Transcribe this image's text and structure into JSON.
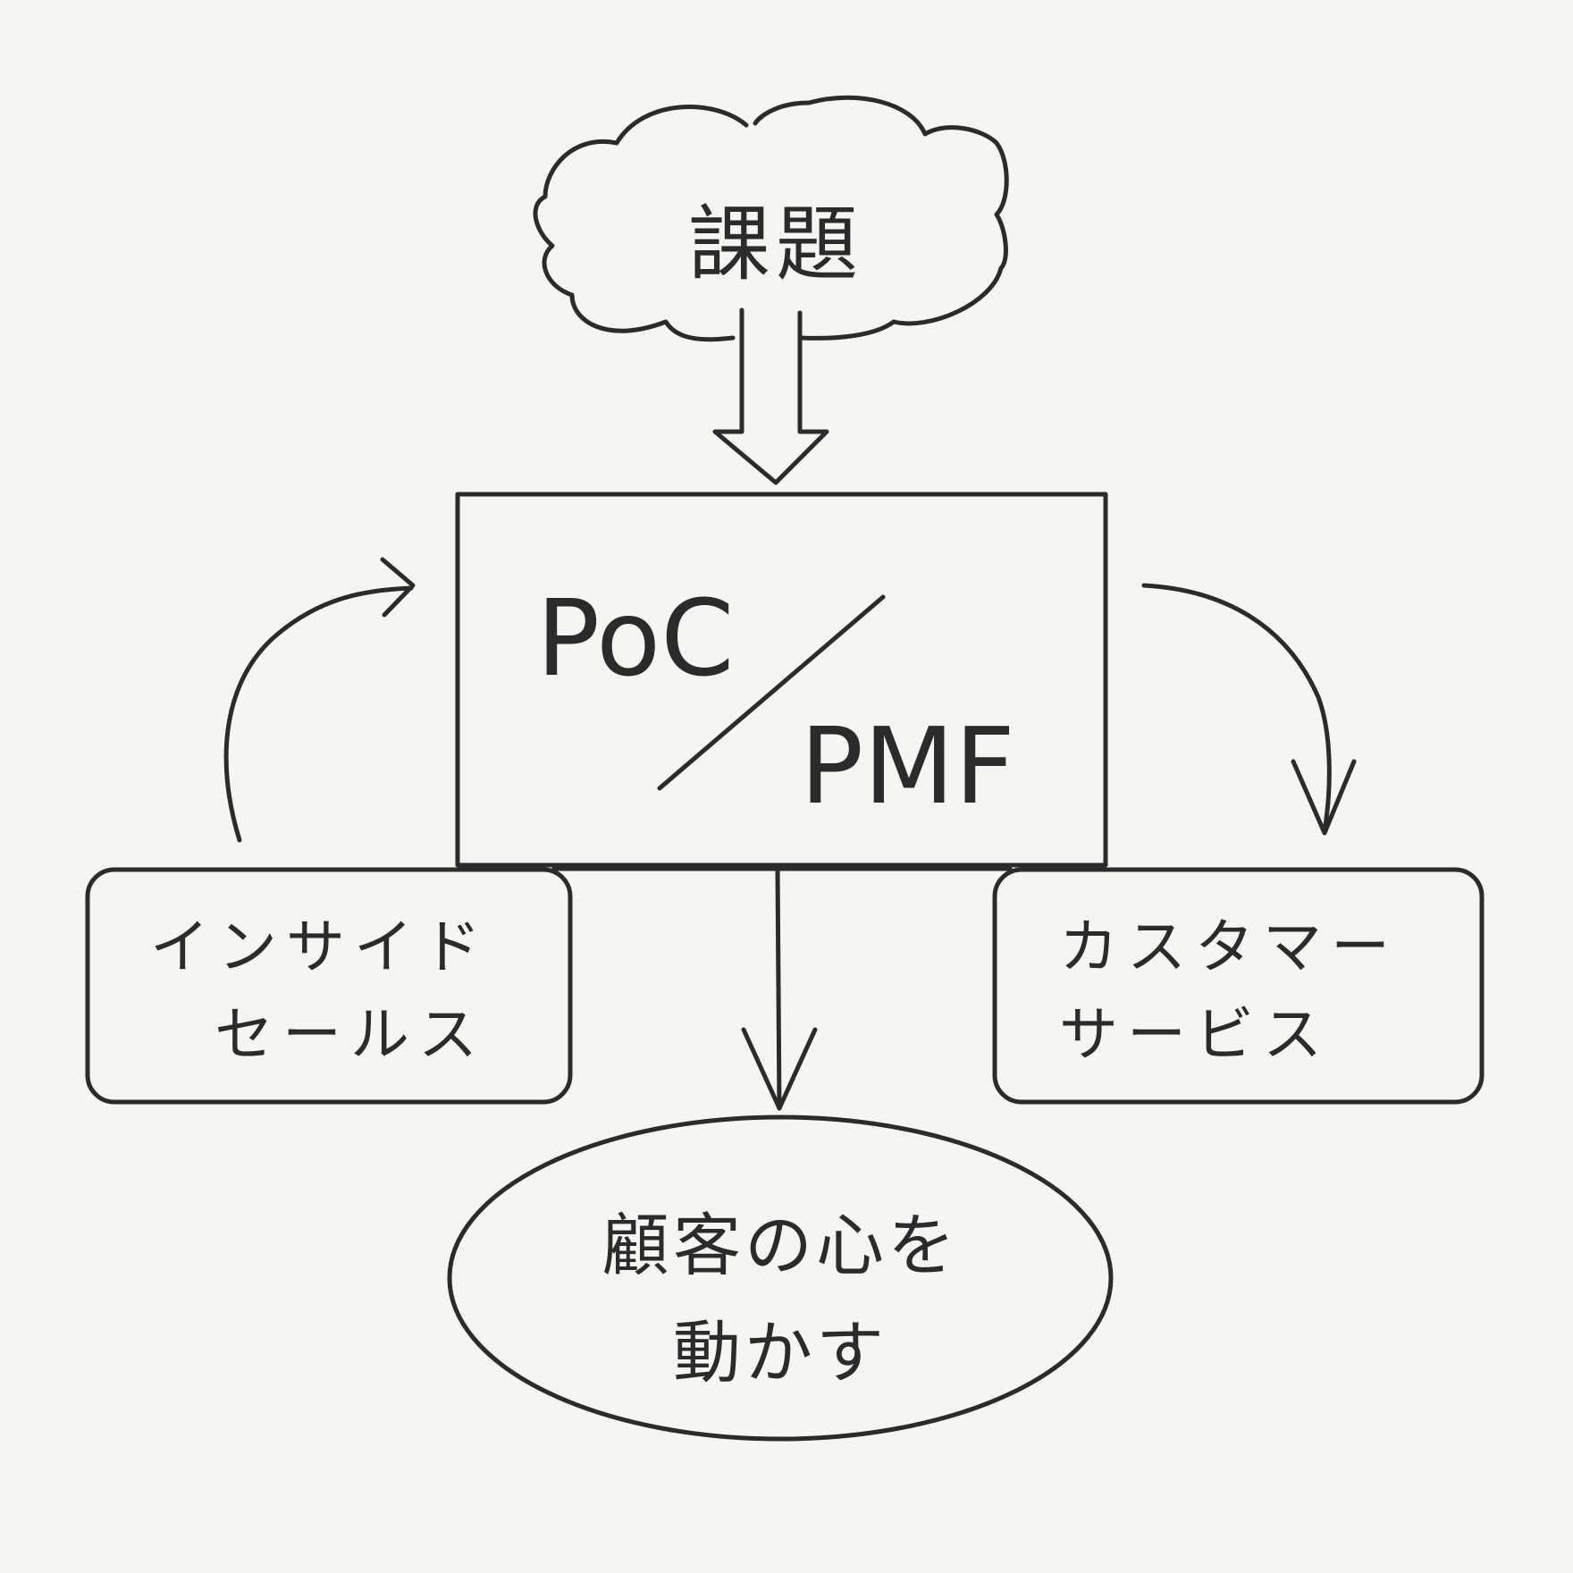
{
  "diagram": {
    "title": "PoC / PMF",
    "nodes": {
      "problem": {
        "label": "課題",
        "shape": "cloud"
      },
      "core": {
        "line1": "PoC",
        "separator": "/",
        "line2": "PMF",
        "shape": "rectangle"
      },
      "inside_sales": {
        "line1": "インサイド",
        "line2": "セールス",
        "shape": "rounded-rectangle"
      },
      "customer_service": {
        "line1": "カスタマー",
        "line2": "サービス",
        "shape": "rounded-rectangle"
      },
      "goal": {
        "line1": "顧客の心を",
        "line2": "動かす",
        "shape": "ellipse"
      }
    },
    "edges": [
      {
        "from": "problem",
        "to": "core",
        "style": "hollow-block-arrow"
      },
      {
        "from": "inside_sales",
        "to": "core",
        "style": "curved-arrow"
      },
      {
        "from": "core",
        "to": "customer_service",
        "style": "curved-arrow"
      },
      {
        "from": "core",
        "to": "goal",
        "style": "straight-arrow"
      }
    ],
    "colors": {
      "background": "#f6f5f2",
      "ink": "#2b2b2b"
    }
  }
}
